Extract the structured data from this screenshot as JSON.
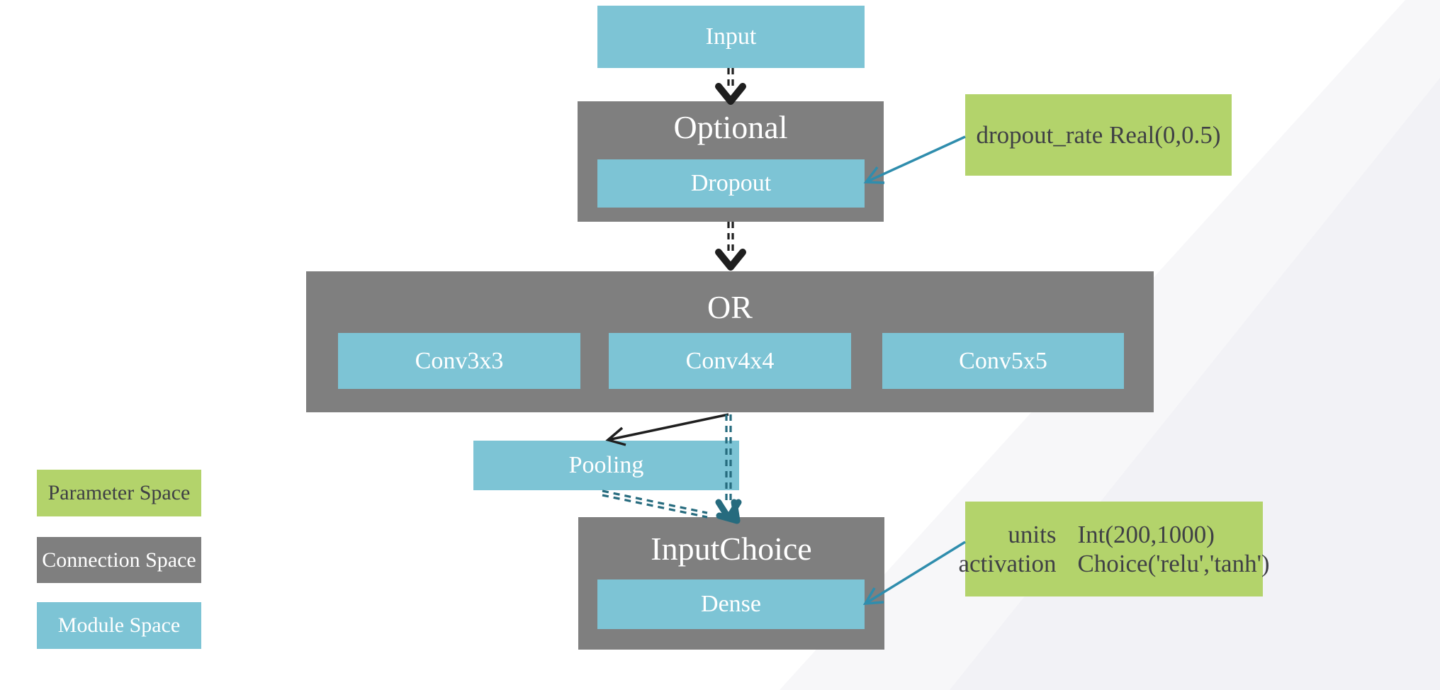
{
  "colors": {
    "module": "#7dc4d5",
    "connection": "#7f7f7f",
    "parameter": "#b3d36b",
    "ink": "#1f1f1f",
    "arrowteal": "#2f8dad",
    "skipteal": "#266b7e",
    "darktext": "#3f4045",
    "bg1": "#f7f7f9",
    "bg2": "#ececf1"
  },
  "nodes": {
    "input": {
      "label": "Input"
    },
    "optional": {
      "title": "Optional",
      "child": "Dropout"
    },
    "or": {
      "title": "OR",
      "children": [
        "Conv3x3",
        "Conv4x4",
        "Conv5x5"
      ]
    },
    "pooling": {
      "label": "Pooling"
    },
    "input_choice": {
      "title": "InputChoice",
      "child": "Dense"
    }
  },
  "params": {
    "dropout": {
      "text": "dropout_rate Real(0,0.5)"
    },
    "dense": {
      "rows": [
        {
          "key": "units",
          "value": "Int(200,1000)"
        },
        {
          "key": "activation",
          "value": "Choice('relu','tanh')"
        }
      ]
    }
  },
  "legend": [
    {
      "label": "Parameter Space",
      "type": "parameter"
    },
    {
      "label": "Connection Space",
      "type": "connection"
    },
    {
      "label": "Module Space",
      "type": "module"
    }
  ],
  "edges": [
    {
      "from": "Input",
      "to": "Optional",
      "style": "double-dashed",
      "color": "black"
    },
    {
      "from": "Optional",
      "to": "OR",
      "style": "double-dashed",
      "color": "black"
    },
    {
      "from": "OR",
      "to": "Pooling",
      "style": "solid",
      "color": "black"
    },
    {
      "from": "OR",
      "to": "InputChoice",
      "style": "double-dashed",
      "color": "teal"
    },
    {
      "from": "Pooling",
      "to": "InputChoice",
      "style": "double-dashed",
      "color": "teal"
    },
    {
      "from": "dropout_rate Real(0,0.5)",
      "to": "Dropout",
      "style": "solid",
      "color": "teal"
    },
    {
      "from": "units/activation",
      "to": "Dense",
      "style": "solid",
      "color": "teal"
    }
  ]
}
